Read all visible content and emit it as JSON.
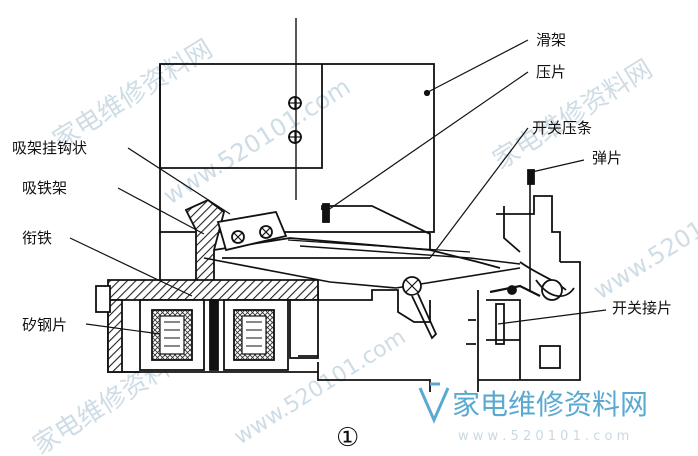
{
  "labels": {
    "slide_frame": "滑架",
    "press_plate": "压片",
    "switch_press_bar": "开关压条",
    "spring_plate": "弹片",
    "hook": "吸架挂钩状",
    "iron_frame": "吸铁架",
    "armature": "衔铁",
    "silicon_steel": "矽钢片",
    "switch_contact": "开关接片"
  },
  "figure_number": "①",
  "watermark": {
    "brand": "家电维修资料网",
    "url": "www.520101.com",
    "logo_caption": "w w w . 5 2 0 1 0 1 . c o m"
  }
}
